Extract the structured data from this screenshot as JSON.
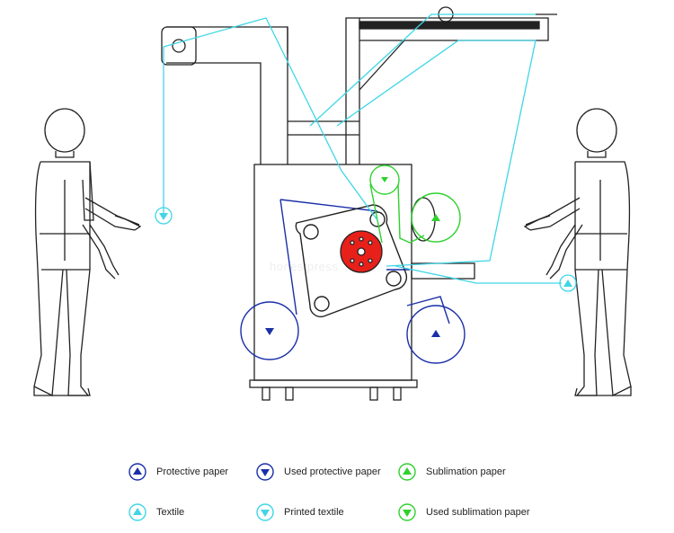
{
  "colors": {
    "outline": "#222222",
    "protective_paper": "#1a2fa8",
    "textile": "#3fd6e6",
    "sublimation_paper": "#2ed12e",
    "heat_drum": "#e8201a"
  },
  "watermark": "honestpress",
  "legend": [
    {
      "key": "protective",
      "label": "Protective paper",
      "icon": "triangle-up-icon",
      "color": "#1a2fa8"
    },
    {
      "key": "used_protective",
      "label": "Used protective paper",
      "icon": "triangle-down-icon",
      "color": "#1a2fa8"
    },
    {
      "key": "sublimation",
      "label": "Sublimation paper",
      "icon": "triangle-up-icon",
      "color": "#2ed12e"
    },
    {
      "key": "textile",
      "label": "Textile",
      "icon": "triangle-up-icon",
      "color": "#3fd6e6"
    },
    {
      "key": "printed_textile",
      "label": "Printed textile",
      "icon": "triangle-down-icon",
      "color": "#3fd6e6"
    },
    {
      "key": "used_sublimation",
      "label": "Used sublimation paper",
      "icon": "triangle-down-icon",
      "color": "#2ed12e"
    }
  ]
}
